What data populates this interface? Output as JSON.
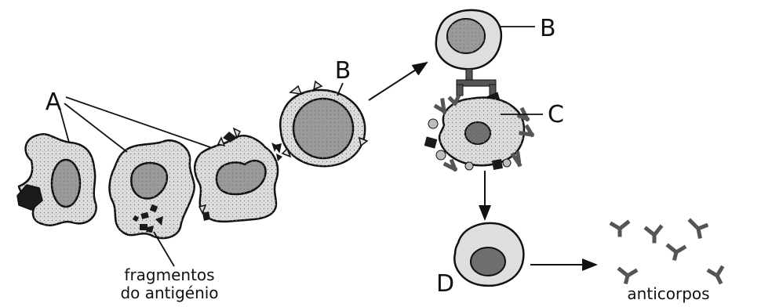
{
  "labels": {
    "A": "A",
    "B_left": "B",
    "B_right": "B",
    "C": "C",
    "D": "D",
    "fragments_line1": "fragmentos",
    "fragments_line2": "do antigénio",
    "antibodies": "anticorpos"
  },
  "colors": {
    "cytoplasm": "#dedede",
    "nucleus": "#9a9a9a",
    "nucleus_dark": "#6e6e6e",
    "outline": "#111111",
    "antigen": "#1a1a1a",
    "antibody": "#555555"
  }
}
